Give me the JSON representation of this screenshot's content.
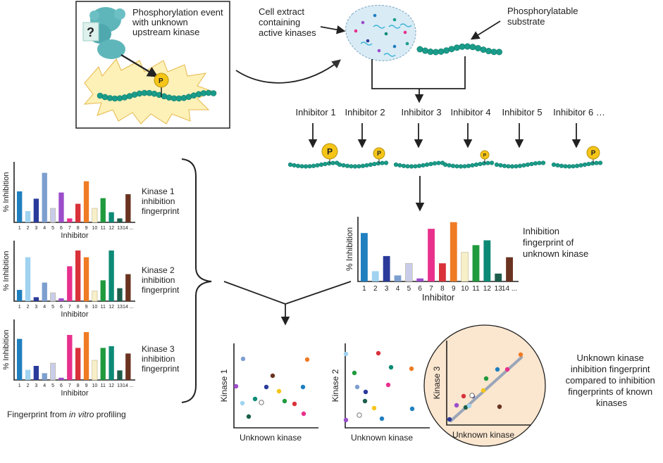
{
  "colors": {
    "teal": "#1a9c8a",
    "tealDark": "#0d7a68",
    "yellow": "#f5c518",
    "panelBg": "#fbe6cf",
    "palette": [
      "#1f7fbf",
      "#9fd3f0",
      "#2a3a9a",
      "#7d9fcf",
      "#c9cdea",
      "#9b4dca",
      "#e8308c",
      "#d9323a",
      "#ef7b24",
      "#f7efc7",
      "#1f9a3d",
      "#0c8a75",
      "#1b5e4b",
      "#6a3320"
    ]
  },
  "box": {
    "event_text": [
      "Phosphorylation event",
      "with unknown",
      "upstream kinase"
    ],
    "question_mark": "?",
    "p_label": "P"
  },
  "extract": {
    "text": [
      "Cell extract",
      "containing",
      "active kinases"
    ]
  },
  "substrate": {
    "text": [
      "Phosphorylatable",
      "substrate"
    ]
  },
  "inhibitors": [
    "Inhibitor 1",
    "Inhibitor 2",
    "Inhibitor 3",
    "Inhibitor 4",
    "Inhibitor 5",
    "Inhibitor 6 …"
  ],
  "inhibitor_p": [
    "P",
    "P",
    "",
    "P",
    "",
    "P"
  ],
  "fingerprints": [
    {
      "label": [
        "Kinase 1",
        "inhibition",
        "fingerprint"
      ],
      "values": [
        55,
        20,
        42,
        88,
        25,
        53,
        7,
        33,
        73,
        25,
        43,
        18,
        7,
        50
      ]
    },
    {
      "label": [
        "Kinase 2",
        "inhibition",
        "fingerprint"
      ],
      "values": [
        20,
        78,
        7,
        33,
        15,
        5,
        62,
        90,
        78,
        18,
        37,
        90,
        23,
        48
      ]
    },
    {
      "label": [
        "Kinase 3",
        "inhibition",
        "fingerprint"
      ],
      "values": [
        73,
        18,
        25,
        12,
        30,
        4,
        80,
        57,
        85,
        35,
        57,
        60,
        17,
        47
      ]
    }
  ],
  "unknown": {
    "label": [
      "Inhibition",
      "fingerprint of",
      "unknown kinase"
    ],
    "values": [
      80,
      17,
      42,
      10,
      30,
      5,
      87,
      30,
      98,
      48,
      60,
      68,
      13,
      40
    ]
  },
  "ticks": [
    "1",
    "2",
    "3",
    "4",
    "5",
    "6",
    "7",
    "8",
    "9",
    "10",
    "11",
    "12",
    "13",
    "14 ..."
  ],
  "axis": {
    "y": "% Inhibition",
    "x": "Inhibitor"
  },
  "left_caption_pre": "Fingerprint from ",
  "left_caption_em": "in vitro",
  "left_caption_post": " profiling",
  "scatter": {
    "xlabel": "Unknown kinase",
    "ylabels": [
      "Kinase 1",
      "Kinase 2",
      "Kinase 3"
    ]
  },
  "final_text": [
    "Unknown kinase",
    "inhibition fingerprint",
    "compared to inhibition",
    "fingerprints of known",
    "kinases"
  ]
}
